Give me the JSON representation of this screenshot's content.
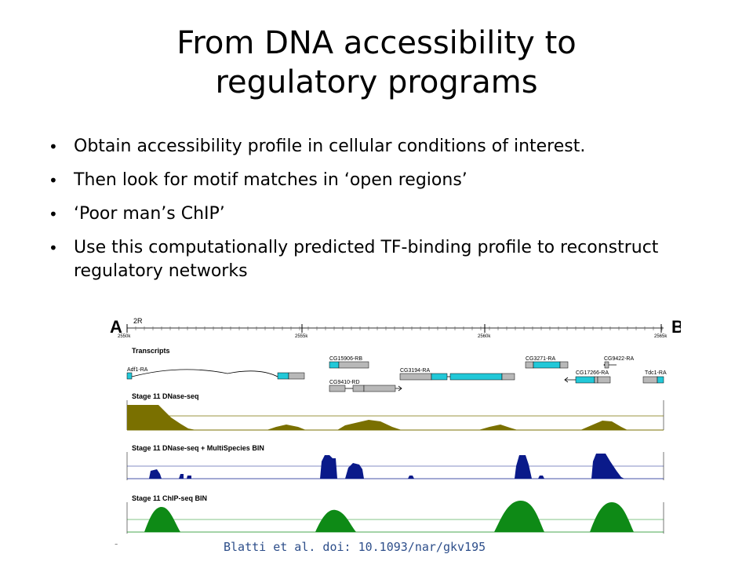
{
  "slide": {
    "title_line1": "From DNA accessibility to",
    "title_line2": "regulatory programs",
    "bullets": [
      "Obtain accessibility profile in cellular conditions of interest.",
      "Then look for motif matches in ‘open regions’",
      "‘Poor man’s ChIP’",
      "Use this computationally predicted TF-binding profile to reconstruct regulatory networks"
    ],
    "citation": "Blatti et al. doi: 10.1093/nar/gkv195"
  },
  "figure": {
    "panel_label_left": "A",
    "panel_label_right": "B",
    "chromosome": "2R",
    "ruler_ticks": [
      "2550k",
      "2555k",
      "2560k",
      "2565k"
    ],
    "tracks": {
      "transcripts": "Transcripts",
      "dnase": "Stage 11 DNase-seq",
      "dnase_ms": "Stage 11 DNase-seq + MultiSpecies BIN",
      "chip": "Stage 11 ChIP-seq BIN"
    },
    "genes": [
      "Adf1-RA",
      "CG15906-RB",
      "CG9410-RD",
      "CG3194-RA",
      "CG3271-RA",
      "CG17266-RA",
      "CG9422-RA",
      "Tdc1-RA"
    ],
    "colors": {
      "dnase": "#7a7000",
      "dnase_ms": "#0a1a8a",
      "chip": "#0e8a16",
      "exon": "#22c8d8",
      "utr": "#b8b8b8"
    }
  }
}
